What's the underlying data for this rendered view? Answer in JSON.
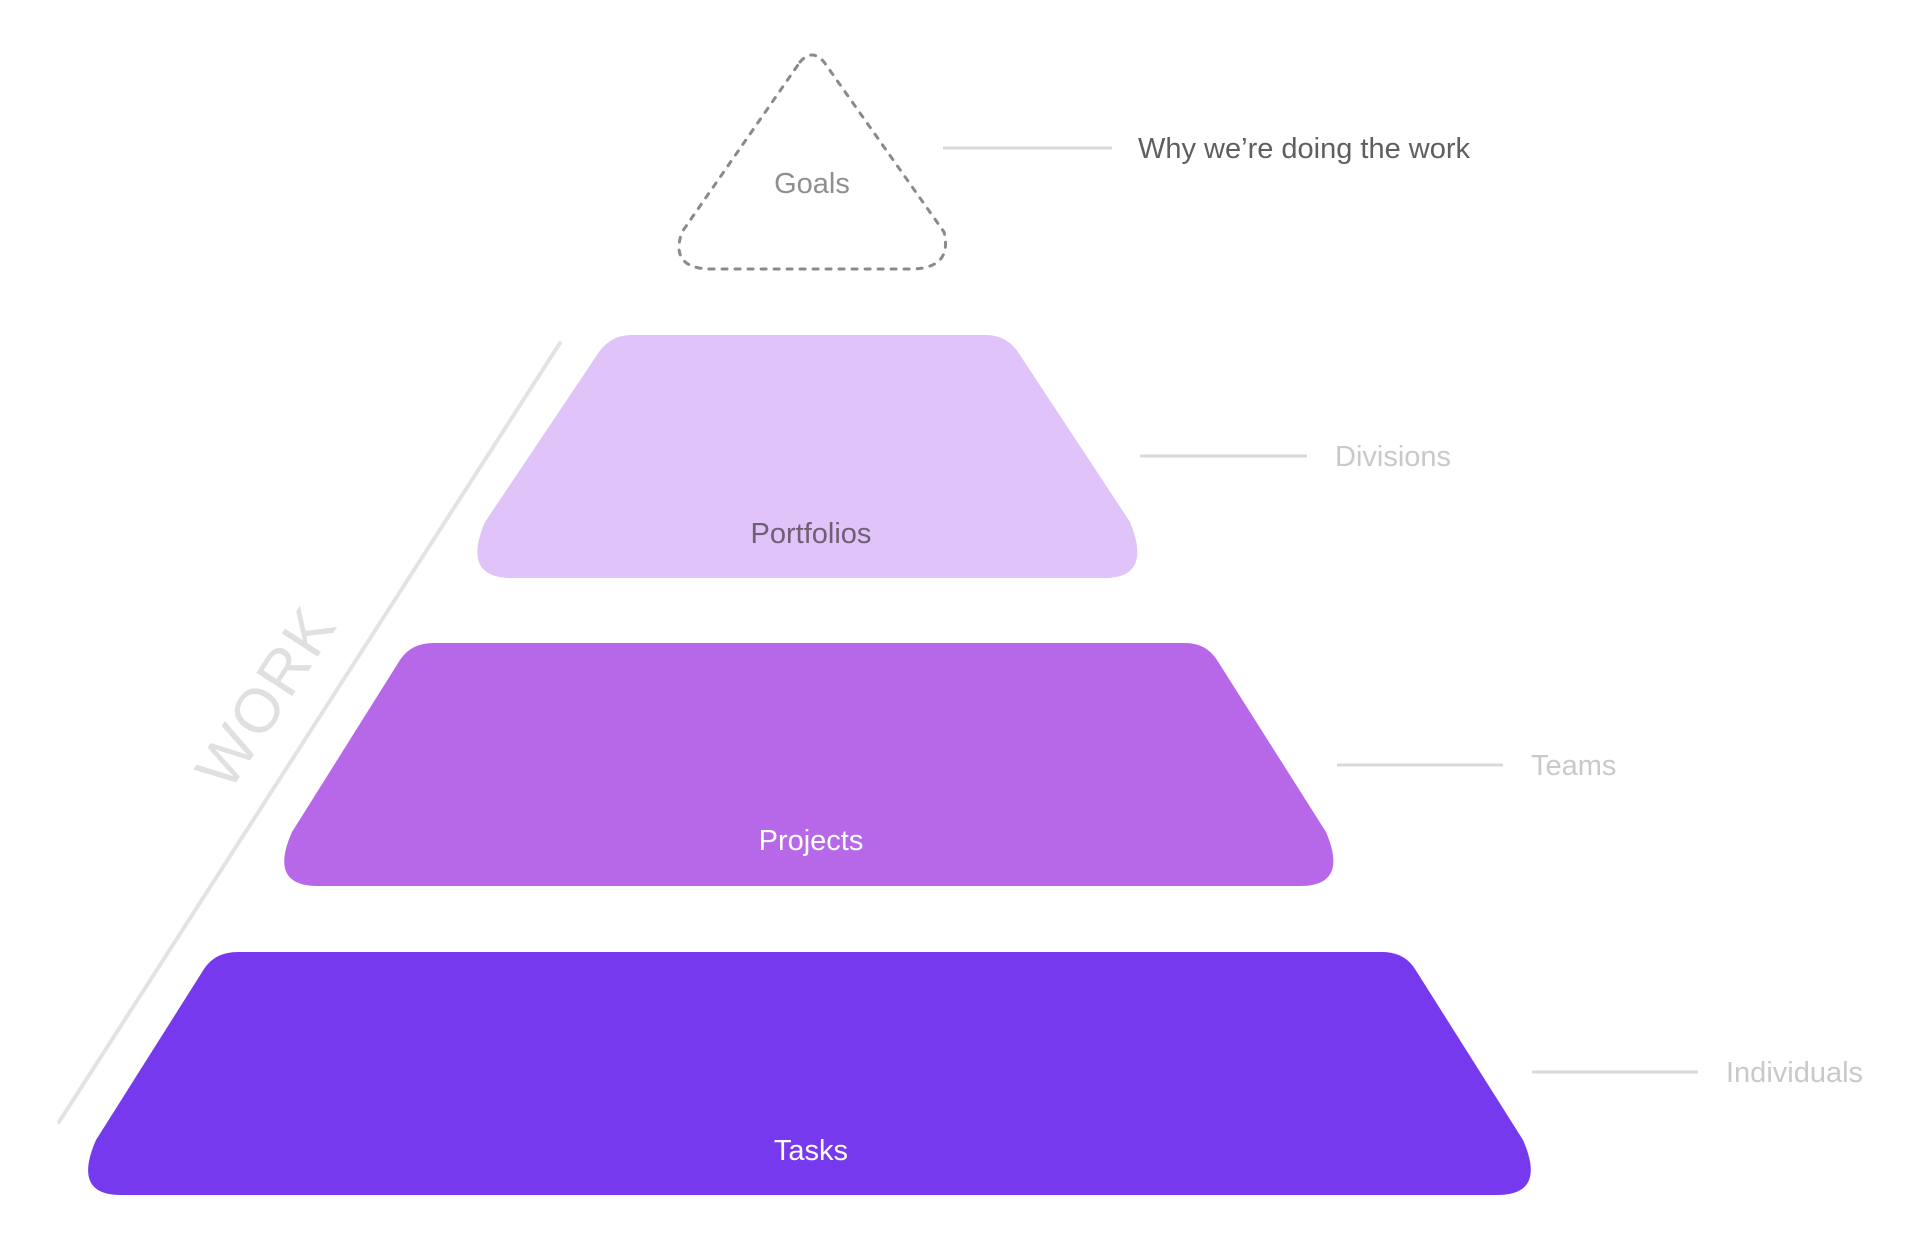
{
  "apex": {
    "label": "Goals",
    "annotation": "Why we’re doing the work"
  },
  "tiers": [
    {
      "label": "Portfolios",
      "annotation": "Divisions"
    },
    {
      "label": "Projects",
      "annotation": "Teams"
    },
    {
      "label": "Tasks",
      "annotation": "Individuals"
    }
  ],
  "axis": {
    "label": "WORK"
  },
  "colors": {
    "portfolios_fill": "#dfc3f9",
    "projects_fill": "#b668e9",
    "tasks_fill": "#7739ee",
    "portfolios_text": "#6e5f72",
    "projects_text": "#ffffff",
    "tasks_text": "#ffffff",
    "goals_outline": "#8a8a8a",
    "goals_text": "#8f8f8f",
    "apex_annotation_text": "#5f5f5f",
    "annotation_text": "#c9c9c9",
    "connector_line": "#d8d8d8",
    "axis_line": "#e3e3e3",
    "axis_text": "#e0e0e0"
  }
}
